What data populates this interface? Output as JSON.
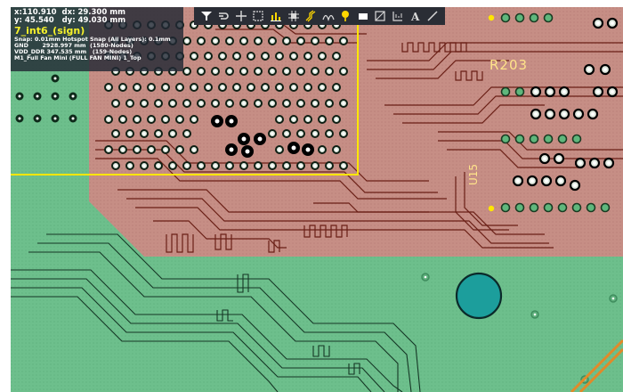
{
  "info_panel": {
    "coord_x": "x:110.910",
    "delta_x": "dx: 29.300 mm",
    "coord_y": "y: 45.540",
    "delta_y": "dy: 49.030 mm",
    "layer": "7_int6_(sign)",
    "snap": "Snap: 0.01mm Hotspot Snap (All Layers): 0.1mm",
    "net1_name": "GND",
    "net1_length": "2928.997 mm",
    "net1_nodes": "(1580-Nodes)",
    "net2_name": "VDD_DDR",
    "net2_length": "347.535 mm",
    "net2_nodes": "(159-Nodes)",
    "component": "M1_Full Fan Mini (FULL FAN MINI) 1_Top"
  },
  "toolbar": {
    "tools": [
      {
        "name": "filter-icon",
        "color": "#ffffff"
      },
      {
        "name": "route-interactive-icon",
        "color": "#d9d9d9"
      },
      {
        "name": "crosshair-icon",
        "color": "#d9d9d9"
      },
      {
        "name": "select-rectangle-icon",
        "color": "#d9d9d9"
      },
      {
        "name": "bar-graph-icon",
        "color": "#ffd700"
      },
      {
        "name": "component-icon",
        "color": "#d9d9d9"
      },
      {
        "name": "diff-pair-icon",
        "color": "#ffd700"
      },
      {
        "name": "arc-icon",
        "color": "#d9d9d9"
      },
      {
        "name": "place-via-icon",
        "color": "#ffd700"
      },
      {
        "name": "fill-icon",
        "color": "#ffffff"
      },
      {
        "name": "polygon-icon",
        "color": "#d9d9d9"
      },
      {
        "name": "dimension-icon",
        "color": "#d9d9d9"
      },
      {
        "name": "string-icon",
        "color": "#d9d9d9"
      },
      {
        "name": "line-icon",
        "color": "#d9d9d9"
      }
    ],
    "string_glyph": "A"
  },
  "designators": {
    "r": "R203",
    "u": "U15"
  },
  "colors": {
    "plane": "#6dbf8c",
    "copper_pour": "#c68e85",
    "trace": "#6a1f16",
    "selection": "#ffe600",
    "pad": "#1c9e9c"
  }
}
